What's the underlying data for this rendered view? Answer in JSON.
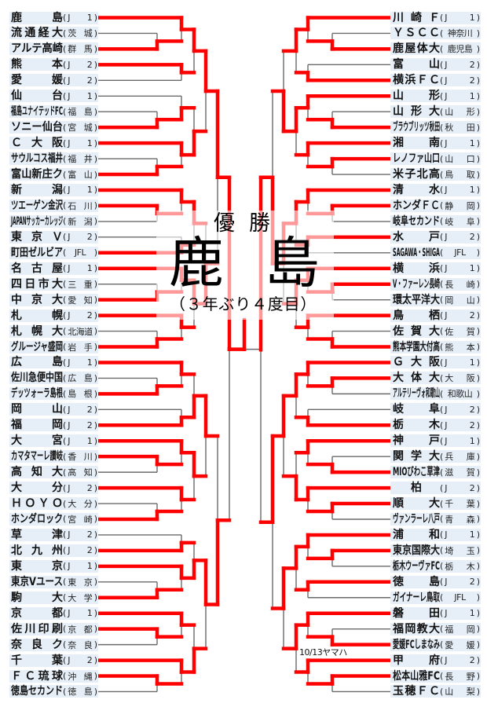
{
  "title": {
    "label": "優勝",
    "champion": "鹿島",
    "note": "（３年ぶり４度目）"
  },
  "annotation": {
    "text": "10/13ヤマハ"
  },
  "colors": {
    "win_line": "#ff0000",
    "loss_line": "#6a6a6a",
    "label_bg": "#e6eef7"
  },
  "final": {
    "winner": "left"
  },
  "left": {
    "teams": [
      {
        "name": "鹿島",
        "league": "J1"
      },
      {
        "name": "流通経大",
        "league": "茨城"
      },
      {
        "name": "アルテ高崎",
        "league": "群馬"
      },
      {
        "name": "熊本",
        "league": "J2"
      },
      {
        "name": "愛媛",
        "league": "J2"
      },
      {
        "name": "仙台",
        "league": "J1"
      },
      {
        "name": "福島ユナイテッドFC",
        "league": "福島"
      },
      {
        "name": "ソニー仙台",
        "league": "宮城"
      },
      {
        "name": "Ｃ大阪",
        "league": "J1"
      },
      {
        "name": "サウルコス福井",
        "league": "福井"
      },
      {
        "name": "富山新庄ク",
        "league": "富山"
      },
      {
        "name": "新潟",
        "league": "J1"
      },
      {
        "name": "ツエーゲン金沢",
        "league": "石川"
      },
      {
        "name": "JAPANサッカーカレッジ",
        "league": "新潟"
      },
      {
        "name": "東京Ｖ",
        "league": "J2"
      },
      {
        "name": "町田ゼルビア",
        "league": "JFL"
      },
      {
        "name": "名古屋",
        "league": "J1"
      },
      {
        "name": "四日市大",
        "league": "三重"
      },
      {
        "name": "中京大",
        "league": "愛知"
      },
      {
        "name": "札幌",
        "league": "J2"
      },
      {
        "name": "札幌大",
        "league": "北海道"
      },
      {
        "name": "グルージャ盛岡",
        "league": "岩手"
      },
      {
        "name": "広島",
        "league": "J1"
      },
      {
        "name": "佐川急便中国",
        "league": "広島"
      },
      {
        "name": "デッツォーラ島根",
        "league": "島根"
      },
      {
        "name": "岡山",
        "league": "J2"
      },
      {
        "name": "福岡",
        "league": "J2"
      },
      {
        "name": "大宮",
        "league": "J1"
      },
      {
        "name": "カマタマーレ讃岐",
        "league": "香川"
      },
      {
        "name": "高知大",
        "league": "高知"
      },
      {
        "name": "大分",
        "league": "J2"
      },
      {
        "name": "ＨＯＹＯ",
        "league": "大分"
      },
      {
        "name": "ホンダロック",
        "league": "宮崎"
      },
      {
        "name": "草津",
        "league": "J2"
      },
      {
        "name": "北九州",
        "league": "J2"
      },
      {
        "name": "東京",
        "league": "J1"
      },
      {
        "name": "東京Vユース",
        "league": "東京"
      },
      {
        "name": "駒大",
        "league": "大学"
      },
      {
        "name": "京都",
        "league": "J1"
      },
      {
        "name": "佐川印刷",
        "league": "京都"
      },
      {
        "name": "奈良ク",
        "league": "奈良"
      },
      {
        "name": "千葉",
        "league": "J2"
      },
      {
        "name": "ＦＣ琉球",
        "league": "沖縄"
      },
      {
        "name": "徳島セカンド",
        "league": "徳島"
      }
    ],
    "bracket": {
      "r": 6,
      "w": 0,
      "a": {
        "r": 5,
        "w": 0,
        "a": {
          "r": 4,
          "w": 0,
          "a": {
            "r": 3,
            "w": 0,
            "a": {
              "r": 2,
              "w": 0,
              "a": 0,
              "b": {
                "r": 1,
                "w": 1,
                "a": 1,
                "b": 2
              }
            },
            "b": {
              "r": 2,
              "w": 0,
              "a": 3,
              "b": 4
            }
          },
          "b": {
            "r": 3,
            "w": 1,
            "a": {
              "r": 2,
              "w": 1,
              "a": 5,
              "b": {
                "r": 1,
                "w": 1,
                "a": 6,
                "b": 7
              }
            },
            "b": {
              "r": 2,
              "w": 0,
              "a": 8,
              "b": {
                "r": 1,
                "w": 1,
                "a": 9,
                "b": 10
              }
            }
          }
        },
        "b": {
          "r": 4,
          "w": 1,
          "a": {
            "r": 3,
            "w": 0,
            "a": {
              "r": 2,
              "w": 0,
              "a": 11,
              "b": {
                "r": 1,
                "w": 0,
                "a": 12,
                "b": 13
              }
            },
            "b": {
              "r": 2,
              "w": 1,
              "a": 14,
              "b": 15
            }
          },
          "b": {
            "r": 3,
            "w": 0,
            "a": {
              "r": 2,
              "w": 0,
              "a": 16,
              "b": {
                "r": 1,
                "w": 1,
                "a": 17,
                "b": 18
              }
            },
            "b": {
              "r": 2,
              "w": 0,
              "a": 19,
              "b": {
                "r": 1,
                "w": 1,
                "a": 20,
                "b": 21
              }
            }
          }
        }
      },
      "b": {
        "r": 5,
        "w": 1,
        "a": {
          "r": 4,
          "w": 0,
          "a": {
            "r": 3,
            "w": 1,
            "a": {
              "r": 2,
              "w": 0,
              "a": 22,
              "b": {
                "r": 1,
                "w": 1,
                "a": 23,
                "b": 24
              }
            },
            "b": {
              "r": 2,
              "w": 1,
              "a": 25,
              "b": 26
            }
          },
          "b": {
            "r": 3,
            "w": 0,
            "a": {
              "r": 2,
              "w": 0,
              "a": 27,
              "b": {
                "r": 1,
                "w": 0,
                "a": 28,
                "b": 29
              }
            },
            "b": {
              "r": 2,
              "w": 0,
              "a": 30,
              "b": {
                "r": 1,
                "w": 1,
                "a": 31,
                "b": 32
              }
            }
          }
        },
        "b": {
          "r": 4,
          "w": 0,
          "a": {
            "r": 3,
            "w": 1,
            "a": {
              "r": 2,
              "w": 1,
              "a": 33,
              "b": 34
            },
            "b": {
              "r": 2,
              "w": 0,
              "a": 35,
              "b": {
                "r": 1,
                "w": 1,
                "a": 36,
                "b": 37
              }
            }
          },
          "b": {
            "r": 3,
            "w": 1,
            "a": {
              "r": 2,
              "w": 0,
              "a": 38,
              "b": {
                "r": 1,
                "w": 0,
                "a": 39,
                "b": 40
              }
            },
            "b": {
              "r": 2,
              "w": 0,
              "a": 41,
              "b": {
                "r": 1,
                "w": 0,
                "a": 42,
                "b": 43
              }
            }
          }
        }
      }
    }
  },
  "right": {
    "teams": [
      {
        "name": "川崎Ｆ",
        "league": "J1"
      },
      {
        "name": "ＹＳＣＣ",
        "league": "神奈川"
      },
      {
        "name": "鹿屋体大",
        "league": "鹿児島"
      },
      {
        "name": "富山",
        "league": "J2"
      },
      {
        "name": "横浜ＦＣ",
        "league": "J2"
      },
      {
        "name": "山形",
        "league": "J1"
      },
      {
        "name": "山形大",
        "league": "山形"
      },
      {
        "name": "ブラウブリッツ秋田",
        "league": "秋田"
      },
      {
        "name": "湘南",
        "league": "J1"
      },
      {
        "name": "レノファ山口",
        "league": "山口"
      },
      {
        "name": "米子北高",
        "league": "鳥取"
      },
      {
        "name": "清水",
        "league": "J1"
      },
      {
        "name": "ホンダＦＣ",
        "league": "静岡"
      },
      {
        "name": "岐阜セカンド",
        "league": "岐阜"
      },
      {
        "name": "水戸",
        "league": "J2"
      },
      {
        "name": "SAGAWA・SHIGA",
        "league": "JFL"
      },
      {
        "name": "横浜",
        "league": "J1"
      },
      {
        "name": "V・ファーレン長崎",
        "league": "長崎"
      },
      {
        "name": "環太平洋大",
        "league": "岡山"
      },
      {
        "name": "鳥栖",
        "league": "J2"
      },
      {
        "name": "佐賀大",
        "league": "佐賀"
      },
      {
        "name": "熊本学園大付高",
        "league": "熊本"
      },
      {
        "name": "Ｇ大阪",
        "league": "J1"
      },
      {
        "name": "大体大",
        "league": "大阪"
      },
      {
        "name": "アルテリーヴォ和歌山",
        "league": "和歌山"
      },
      {
        "name": "岐阜",
        "league": "J2"
      },
      {
        "name": "栃木",
        "league": "J2"
      },
      {
        "name": "神戸",
        "league": "J1"
      },
      {
        "name": "関学大",
        "league": "兵庫"
      },
      {
        "name": "MIOびわこ草津",
        "league": "滋賀"
      },
      {
        "name": "柏",
        "league": "J2"
      },
      {
        "name": "順大",
        "league": "千葉"
      },
      {
        "name": "ヴァンラーレ八戸",
        "league": "青森"
      },
      {
        "name": "浦和",
        "league": "J1"
      },
      {
        "name": "東京国際大",
        "league": "埼玉"
      },
      {
        "name": "栃木ウーヴァFC",
        "league": "栃木"
      },
      {
        "name": "徳島",
        "league": "J2"
      },
      {
        "name": "ガイナーレ鳥取",
        "league": "JFL"
      },
      {
        "name": "磐田",
        "league": "J1"
      },
      {
        "name": "福岡教大",
        "league": "福岡"
      },
      {
        "name": "愛媛FCしまなみ",
        "league": "愛媛"
      },
      {
        "name": "甲府",
        "league": "J2"
      },
      {
        "name": "松本山雅FC",
        "league": "長野"
      },
      {
        "name": "玉穂ＦＣ",
        "league": "山梨"
      }
    ],
    "bracket": {
      "r": 6,
      "w": 0,
      "a": {
        "r": 5,
        "w": 1,
        "a": {
          "r": 4,
          "w": 1,
          "a": {
            "r": 3,
            "w": 0,
            "a": {
              "r": 2,
              "w": 0,
              "a": 0,
              "b": {
                "r": 1,
                "w": 1,
                "a": 1,
                "b": 2
              }
            },
            "b": {
              "r": 2,
              "w": 1,
              "a": 3,
              "b": 4
            }
          },
          "b": {
            "r": 3,
            "w": 0,
            "a": {
              "r": 2,
              "w": 0,
              "a": 5,
              "b": {
                "r": 1,
                "w": 1,
                "a": 6,
                "b": 7
              }
            },
            "b": {
              "r": 2,
              "w": 0,
              "a": 8,
              "b": {
                "r": 1,
                "w": 0,
                "a": 9,
                "b": 10
              }
            }
          }
        },
        "b": {
          "r": 4,
          "w": 0,
          "a": {
            "r": 3,
            "w": 0,
            "a": {
              "r": 2,
              "w": 0,
              "a": 11,
              "b": {
                "r": 1,
                "w": 0,
                "a": 12,
                "b": 13
              }
            },
            "b": {
              "r": 2,
              "w": 0,
              "a": 14,
              "b": 15
            }
          },
          "b": {
            "r": 3,
            "w": 0,
            "a": {
              "r": 2,
              "w": 0,
              "a": 16,
              "b": {
                "r": 1,
                "w": 0,
                "a": 17,
                "b": 18
              }
            },
            "b": {
              "r": 2,
              "w": 0,
              "a": 19,
              "b": {
                "r": 1,
                "w": 1,
                "a": 20,
                "b": 21
              }
            }
          }
        }
      },
      "b": {
        "r": 5,
        "w": 0,
        "a": {
          "r": 4,
          "w": 0,
          "a": {
            "r": 3,
            "w": 0,
            "a": {
              "r": 2,
              "w": 0,
              "a": 22,
              "b": {
                "r": 1,
                "w": 0,
                "a": 23,
                "b": 24
              }
            },
            "b": {
              "r": 2,
              "w": 1,
              "a": 25,
              "b": 26
            }
          },
          "b": {
            "r": 3,
            "w": 1,
            "a": {
              "r": 2,
              "w": 0,
              "a": 27,
              "b": {
                "r": 1,
                "w": 1,
                "a": 28,
                "b": 29
              }
            },
            "b": {
              "r": 2,
              "w": 0,
              "a": 30,
              "b": {
                "r": 1,
                "w": 0,
                "a": 31,
                "b": 32
              }
            }
          }
        },
        "b": {
          "r": 4,
          "w": 0,
          "a": {
            "r": 3,
            "w": 0,
            "a": {
              "r": 2,
              "w": 0,
              "a": 33,
              "b": {
                "r": 1,
                "w": 0,
                "a": 34,
                "b": 35
              }
            },
            "b": {
              "r": 2,
              "w": 0,
              "a": 36,
              "b": 37
            }
          },
          "b": {
            "r": 3,
            "w": 0,
            "a": {
              "r": 2,
              "w": 0,
              "a": 38,
              "b": {
                "r": 1,
                "w": 1,
                "a": 39,
                "b": 40
              }
            },
            "b": {
              "r": 2,
              "w": 0,
              "a": 41,
              "b": {
                "r": 1,
                "w": 0,
                "a": 42,
                "b": 43
              }
            }
          }
        }
      }
    }
  }
}
